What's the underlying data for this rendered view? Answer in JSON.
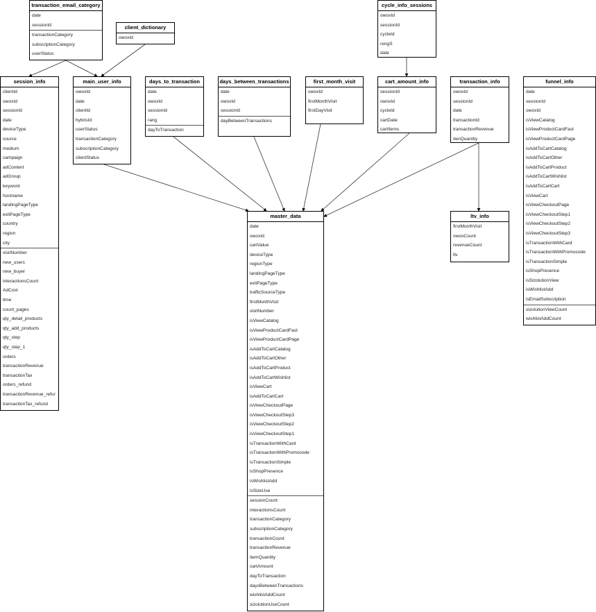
{
  "tables": [
    {
      "name": "transaction_email_category",
      "groups": [
        [
          "date",
          "sessionId"
        ],
        [
          "transactionCategory",
          "subscriptionCategory",
          "userStatus"
        ]
      ]
    },
    {
      "name": "client_dictionary",
      "groups": [
        [
          "owoxId"
        ]
      ]
    },
    {
      "name": "session_info",
      "groups": [
        [
          "clientId",
          "owoxId",
          "sessionId",
          "date",
          "deviceType",
          "source",
          "medium",
          "campaign",
          "adContent",
          "adGroup",
          "keyword",
          "hostname",
          "landingPageType",
          "exitPageType",
          "country",
          "region",
          "city"
        ],
        [
          "visitNumber",
          "new_users",
          "new_buyer",
          "interactionsCount",
          "AdCost",
          "time",
          "count_pages",
          "qty_detail_products",
          "qty_add_products",
          "qty_step",
          "qty_step_1",
          "orders",
          "transactionRevenue",
          "transactionTax",
          "orders_refund",
          "transactionRevenue_refur",
          "transactionTax_refund"
        ]
      ]
    },
    {
      "name": "main_user_info",
      "groups": [
        [
          "owoxId",
          "date",
          "clientId",
          "hybrisId",
          "userStatus",
          "transactionCategory",
          "subscriptionCategory",
          "clientStatus"
        ]
      ]
    },
    {
      "name": "days_to_transaction",
      "groups": [
        [
          "date",
          "owoxId",
          "sessionId",
          "rang"
        ],
        [
          "dayToTransaction"
        ]
      ]
    },
    {
      "name": "days_between_transactions",
      "groups": [
        [
          "date",
          "owoxId",
          "sessionId"
        ],
        [
          "dayBetweenTransactions"
        ]
      ]
    },
    {
      "name": "first_month_visit",
      "groups": [
        [
          "owoxId",
          "firstMonthVisit",
          "firstDayVisit"
        ]
      ]
    },
    {
      "name": "cycle_info_sessions",
      "groups": [
        [
          "owoxId",
          "sessionId",
          "cycleId",
          "rengS",
          "date"
        ]
      ]
    },
    {
      "name": "cart_amount_info",
      "groups": [
        [
          "sessionId",
          "owoxId",
          "cycleId",
          "cartDate",
          "cartItems"
        ]
      ]
    },
    {
      "name": "transaction_info",
      "groups": [
        [
          "owoxId",
          "sessionId",
          "date",
          "transactionId",
          "transactionRevenue",
          "itenQuantity"
        ]
      ]
    },
    {
      "name": "funnel_info",
      "groups": [
        [
          "date",
          "sessionId",
          "owoxId",
          "isViewCatalog",
          "isViewProductCardFast",
          "isViewProductCardPage",
          "isAddToCartCatalog",
          "isAddToCartOther",
          "isAddToCartProduct",
          "isAddToCartWishlist",
          "isAddToCartCart",
          "isViewCart",
          "isViewCheckoutPage",
          "isViewCheckoutStep1",
          "isViewCheckoutStep2",
          "isViewCheckoutStep3",
          "isTransactionWithCard",
          "isTransactionWithPromocode",
          "isTransactionSimple",
          "isShopPresence",
          "isSizolutionView",
          "isWishlistAdd",
          "isEmailSubscription"
        ],
        [
          "sizolutionViewCount",
          "wishlistAddCount"
        ]
      ]
    },
    {
      "name": "ltv_info",
      "groups": [
        [
          "firstMonthVisit",
          "owoxCount",
          "revenueCount",
          "ltv"
        ]
      ]
    },
    {
      "name": "master_data",
      "groups": [
        [
          "date",
          "owoxId",
          "cartValue",
          "deviceType",
          "regionType",
          "landingPageType",
          "exitPageType",
          "trafficSourceType",
          "firstMonthVisit",
          "visitNumber",
          "isViewCatalog",
          "isViewProductCardFast",
          "isViewProductCardPage",
          "isAddToCartCatalog",
          "isAddToCartOther",
          "isAddToCartProduct",
          "isAddToCartWishlist",
          "isViewCart",
          "isAddToCartCart",
          "isViewCheckoutPage",
          "isViewCheckoutStep3",
          "isViewCheckoutStep2",
          "isViewCheckoutStep1",
          "isTransactionWithCard",
          "isTransactionWithPromocode",
          "isTransactionSimple",
          "isShopPresence",
          "isWishlistAdd",
          "isSizeUse"
        ],
        [
          "sessionCount",
          "interactionsCount",
          "transactionCategory",
          "subscriptionCategory",
          "transactionCount",
          "transactionRevenue",
          "itemQuantity",
          "cartAmount",
          "dayToTransaction",
          "daysBetweenTransactions",
          "wishlistAddCount",
          "sizolutionUseCount"
        ]
      ]
    }
  ],
  "relations": [
    [
      "transaction_email_category",
      "session_info"
    ],
    [
      "transaction_email_category",
      "main_user_info"
    ],
    [
      "client_dictionary",
      "main_user_info"
    ],
    [
      "main_user_info",
      "master_data"
    ],
    [
      "days_to_transaction",
      "master_data"
    ],
    [
      "days_between_transactions",
      "master_data"
    ],
    [
      "first_month_visit",
      "master_data"
    ],
    [
      "cart_amount_info",
      "master_data"
    ],
    [
      "transaction_info",
      "master_data"
    ],
    [
      "transaction_info",
      "ltv_info"
    ],
    [
      "cycle_info_sessions",
      "cart_amount_info"
    ]
  ]
}
